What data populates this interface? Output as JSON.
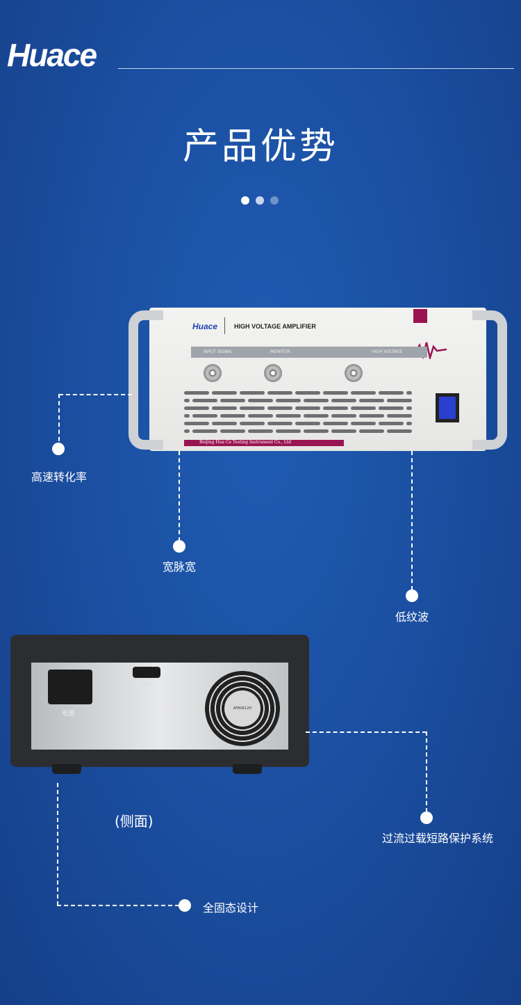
{
  "brand": {
    "logo": "Huace"
  },
  "header": {
    "title": "产品优势"
  },
  "colors": {
    "background": "#1a4d9e",
    "accent": "#9b1452"
  },
  "front_device": {
    "brand": "Huace",
    "model": "HIGH VOLTAGE AMPLIFIER",
    "ports": [
      "INPUT SIGNAL",
      "MONITOR",
      "HIGH VOLTAGE"
    ],
    "footer": "Beijing Hua Ce Testing Instrument Co., Ltd"
  },
  "rear_device": {
    "power_label": "电源",
    "port_label": "RS232",
    "fan_label": "AFB0612H",
    "caption": "(侧面)"
  },
  "features": [
    "高速转化率",
    "宽脉宽",
    "低纹波",
    "过流过载短路保护系统",
    "全固态设计"
  ]
}
